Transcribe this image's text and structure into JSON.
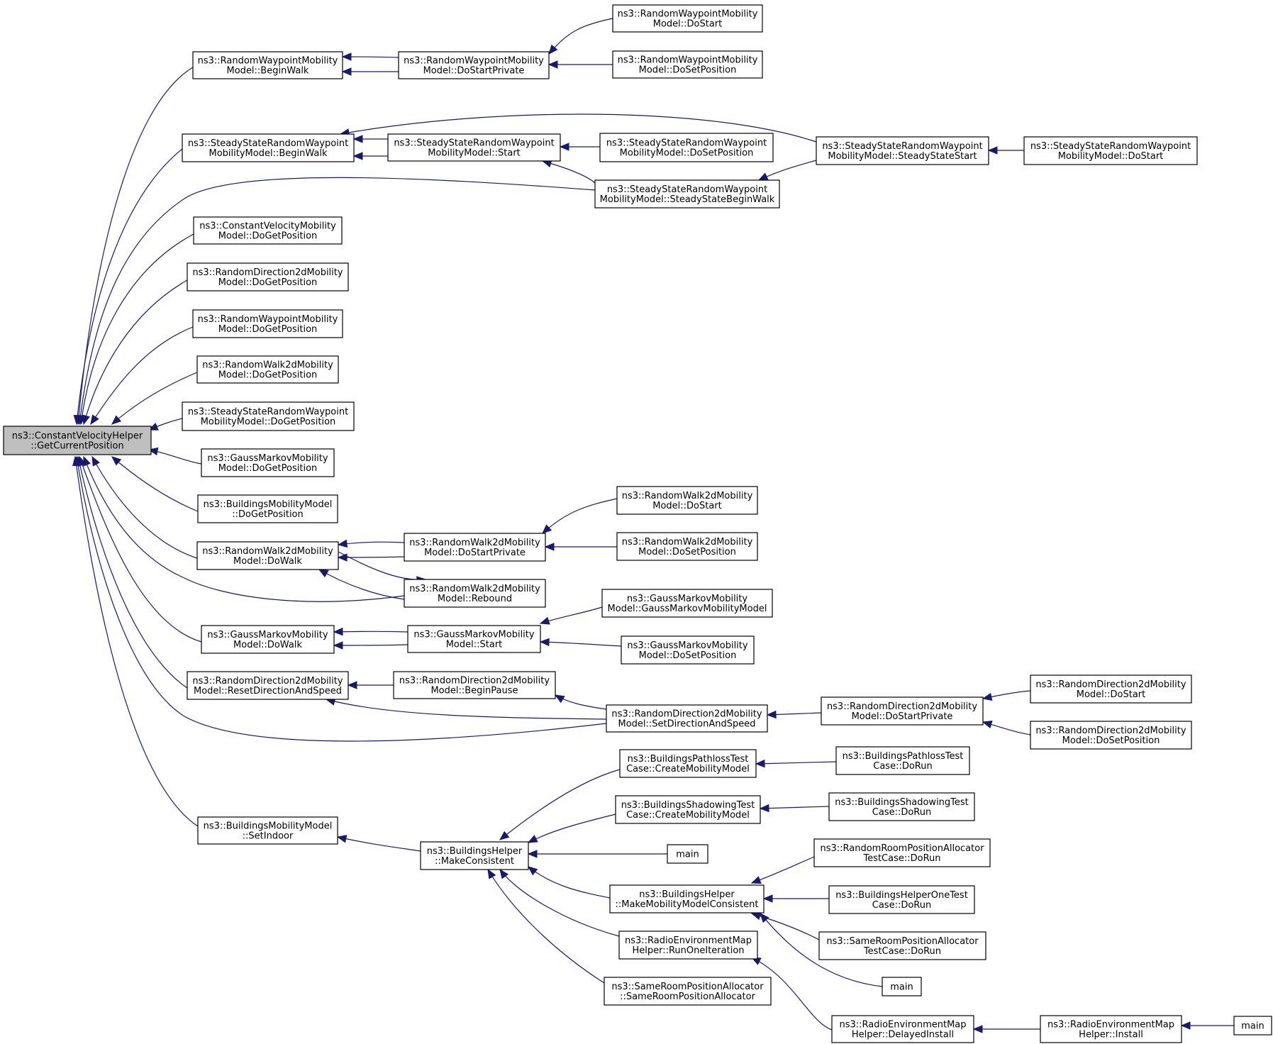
{
  "diagram": {
    "colors": {
      "edge": "#191970",
      "root_fill": "#bfbfbf",
      "node_fill": "#ffffff",
      "node_border": "#000000"
    },
    "nodes": {
      "root": [
        "ns3::ConstantVelocityHelper",
        "::GetCurrentPosition"
      ],
      "rwp_beginwalk": [
        "ns3::RandomWaypointMobility",
        "Model::BeginWalk"
      ],
      "rwp_dostartprivate": [
        "ns3::RandomWaypointMobility",
        "Model::DoStartPrivate"
      ],
      "rwp_dostart": [
        "ns3::RandomWaypointMobility",
        "Model::DoStart"
      ],
      "rwp_dosetposition": [
        "ns3::RandomWaypointMobility",
        "Model::DoSetPosition"
      ],
      "ssrwp_beginwalk": [
        "ns3::SteadyStateRandomWaypoint",
        "MobilityModel::BeginWalk"
      ],
      "ssrwp_start": [
        "ns3::SteadyStateRandomWaypoint",
        "MobilityModel::Start"
      ],
      "ssrwp_dosetposition": [
        "ns3::SteadyStateRandomWaypoint",
        "MobilityModel::DoSetPosition"
      ],
      "ssrwp_steadystatestart": [
        "ns3::SteadyStateRandomWaypoint",
        "MobilityModel::SteadyStateStart"
      ],
      "ssrwp_dostart": [
        "ns3::SteadyStateRandomWaypoint",
        "MobilityModel::DoStart"
      ],
      "ssrwp_steadystatebeginwalk": [
        "ns3::SteadyStateRandomWaypoint",
        "MobilityModel::SteadyStateBeginWalk"
      ],
      "cv_dogetposition": [
        "ns3::ConstantVelocityMobility",
        "Model::DoGetPosition"
      ],
      "rd2d_dogetposition": [
        "ns3::RandomDirection2dMobility",
        "Model::DoGetPosition"
      ],
      "rwp_dogetposition": [
        "ns3::RandomWaypointMobility",
        "Model::DoGetPosition"
      ],
      "rw2d_dogetposition": [
        "ns3::RandomWalk2dMobility",
        "Model::DoGetPosition"
      ],
      "ssrwp_dogetposition": [
        "ns3::SteadyStateRandomWaypoint",
        "MobilityModel::DoGetPosition"
      ],
      "gm_dogetposition": [
        "ns3::GaussMarkovMobility",
        "Model::DoGetPosition"
      ],
      "bm_dogetposition": [
        "ns3::BuildingsMobilityModel",
        "::DoGetPosition"
      ],
      "rw2d_dowalk": [
        "ns3::RandomWalk2dMobility",
        "Model::DoWalk"
      ],
      "rw2d_dostartprivate": [
        "ns3::RandomWalk2dMobility",
        "Model::DoStartPrivate"
      ],
      "rw2d_dostart": [
        "ns3::RandomWalk2dMobility",
        "Model::DoStart"
      ],
      "rw2d_dosetposition": [
        "ns3::RandomWalk2dMobility",
        "Model::DoSetPosition"
      ],
      "rw2d_rebound": [
        "ns3::RandomWalk2dMobility",
        "Model::Rebound"
      ],
      "gm_ctor": [
        "ns3::GaussMarkovMobility",
        "Model::GaussMarkovMobilityModel"
      ],
      "gm_dowalk": [
        "ns3::GaussMarkovMobility",
        "Model::DoWalk"
      ],
      "gm_start": [
        "ns3::GaussMarkovMobility",
        "Model::Start"
      ],
      "gm_dosetposition": [
        "ns3::GaussMarkovMobility",
        "Model::DoSetPosition"
      ],
      "rd2d_resetdir": [
        "ns3::RandomDirection2dMobility",
        "Model::ResetDirectionAndSpeed"
      ],
      "rd2d_beginpause": [
        "ns3::RandomDirection2dMobility",
        "Model::BeginPause"
      ],
      "rd2d_setdir": [
        "ns3::RandomDirection2dMobility",
        "Model::SetDirectionAndSpeed"
      ],
      "rd2d_dostartprivate": [
        "ns3::RandomDirection2dMobility",
        "Model::DoStartPrivate"
      ],
      "rd2d_dostart": [
        "ns3::RandomDirection2dMobility",
        "Model::DoStart"
      ],
      "rd2d_dosetposition": [
        "ns3::RandomDirection2dMobility",
        "Model::DoSetPosition"
      ],
      "bpt_create": [
        "ns3::BuildingsPathlossTest",
        "Case::CreateMobilityModel"
      ],
      "bpt_dorun": [
        "ns3::BuildingsPathlossTest",
        "Case::DoRun"
      ],
      "bst_create": [
        "ns3::BuildingsShadowingTest",
        "Case::CreateMobilityModel"
      ],
      "bst_dorun": [
        "ns3::BuildingsShadowingTest",
        "Case::DoRun"
      ],
      "bm_setindoor": [
        "ns3::BuildingsMobilityModel",
        "::SetIndoor"
      ],
      "bh_makeconsistent": [
        "ns3::BuildingsHelper",
        "::MakeConsistent"
      ],
      "main1": [
        "main"
      ],
      "rrpa_dorun": [
        "ns3::RandomRoomPositionAllocator",
        "TestCase::DoRun"
      ],
      "bh_makemobconsistent": [
        "ns3::BuildingsHelper",
        "::MakeMobilityModelConsistent"
      ],
      "bh1t_dorun": [
        "ns3::BuildingsHelperOneTest",
        "Case::DoRun"
      ],
      "srpa_dorun": [
        "ns3::SameRoomPositionAllocator",
        "TestCase::DoRun"
      ],
      "main2": [
        "main"
      ],
      "rem_runone": [
        "ns3::RadioEnvironmentMap",
        "Helper::RunOneIteration"
      ],
      "srpa_ctor": [
        "ns3::SameRoomPositionAllocator",
        "::SameRoomPositionAllocator"
      ],
      "rem_delayed": [
        "ns3::RadioEnvironmentMap",
        "Helper::DelayedInstall"
      ],
      "rem_install": [
        "ns3::RadioEnvironmentMap",
        "Helper::Install"
      ],
      "main3": [
        "main"
      ]
    }
  }
}
